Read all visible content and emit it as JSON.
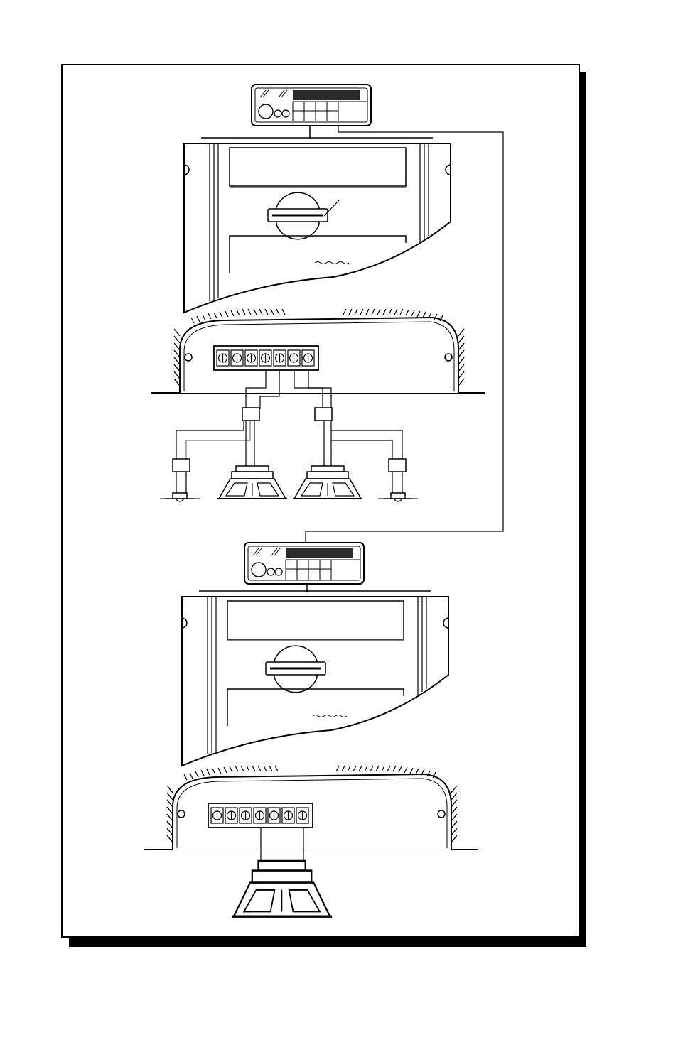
{
  "diagram": {
    "kind": "wiring-diagram",
    "text_labels": [],
    "colors": {
      "line": "#000000",
      "background": "#ffffff",
      "frame_shadow": "#000000",
      "display_fill": "#2a2a2a"
    },
    "components": {
      "head_units": 2,
      "amplifiers": 2,
      "terminal_blocks": 2,
      "terminals_per_block": 7,
      "woofers": 3,
      "tweeters": 2,
      "inline_filters": 4
    },
    "icons": [
      "car-stereo-icon",
      "amplifier-icon",
      "speaker-icon",
      "tweeter-icon",
      "terminal-block-icon"
    ]
  }
}
